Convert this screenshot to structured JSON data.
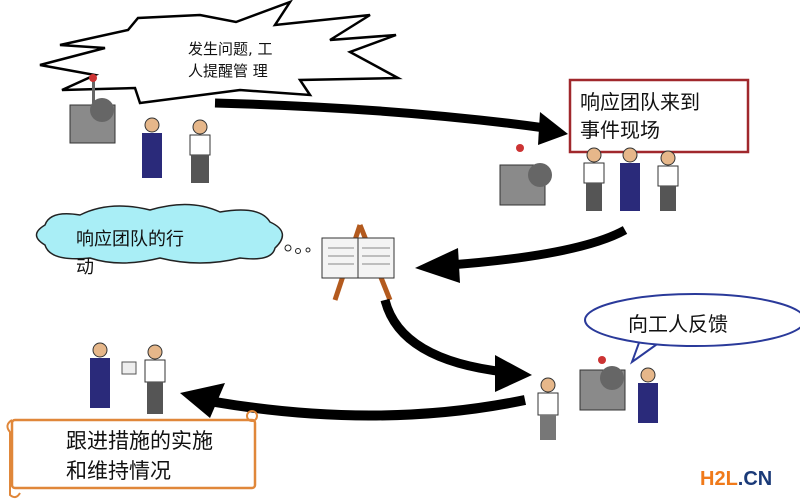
{
  "steps": {
    "problem_alert": [
      "发生问题, 工",
      "人提醒管 理"
    ],
    "team_arrives": [
      "响应团队来到",
      "事件现场"
    ],
    "team_action": [
      "响应团队的行",
      "动"
    ],
    "feedback": "向工人反馈",
    "follow_up": [
      "跟进措施的实施",
      "和维持情况"
    ]
  },
  "watermark": {
    "part1": "H2L",
    "part2": ".CN"
  },
  "colors": {
    "box_border": "#a0282c",
    "cloud_fill": "#a9eef6",
    "ellipse_border": "#2a3a9a",
    "scroll_border": "#e0873a",
    "arrow": "#000000"
  }
}
